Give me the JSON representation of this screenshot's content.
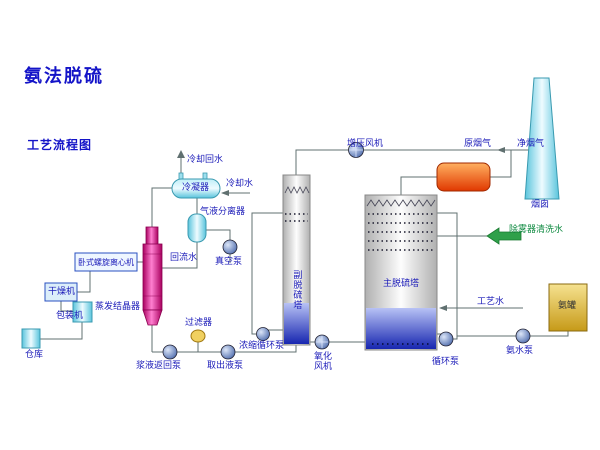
{
  "header": {
    "title": "氨法脱硫",
    "subtitle": "工艺流程图"
  },
  "equipment": {
    "condenser": "冷凝器",
    "gas_liquid_separator": "气液分离器",
    "vacuum_pump": "真空泵",
    "evaporation_crystallizer": "蒸发结晶器",
    "horizontal_screw_centrifuge": "卧式螺旋离心机",
    "dryer": "干燥机",
    "packaging_machine": "包装机",
    "warehouse": "仓库",
    "slurry_return_pump": "浆液返回泵",
    "filter": "过滤器",
    "extraction_pump": "取出液泵",
    "aux_desulfurization_tower": "副脱硫塔",
    "concentration_circulation_pump": "浓缩循环泵",
    "oxidation_fan": "氧化风机",
    "main_desulfurization_tower": "主脱硫塔",
    "circulation_pump": "循环泵",
    "booster_fan": "增压风机",
    "chimney": "烟囱",
    "ammonia_tank": "氨罐",
    "ammonia_pump": "氨水泵"
  },
  "streams": {
    "cooling_return_water": "冷却回水",
    "cooling_water": "冷却水",
    "reflux_water": "回流水",
    "raw_flue_gas": "原烟气",
    "clean_flue_gas": "净烟气",
    "demister_wash_water": "除雾器清洗水",
    "process_water": "工艺水"
  },
  "colors": {
    "title_blue": "#1414c8",
    "label_blue": "#1a1ab8",
    "magenta_vessel": "#cc0077",
    "cyan_vessel": "#58c4dc",
    "tower_liquid_blue": "#1726b0",
    "ggh_orange": "#f05018",
    "chimney_cyan": "#7fd4e6",
    "ammonia_tank_gold": "#e6c23a",
    "wash_water_green": "#2fa04a"
  }
}
